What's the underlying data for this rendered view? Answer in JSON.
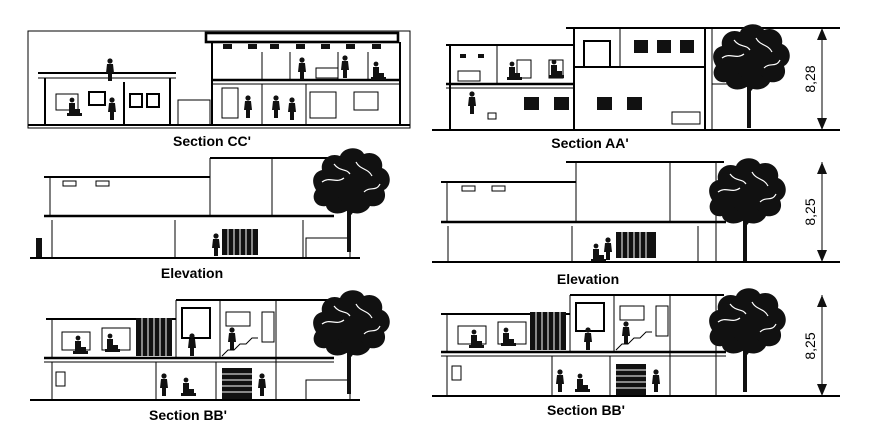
{
  "drawings": [
    {
      "label": "Section CC'"
    },
    {
      "label": "Section AA'",
      "dimension": "8,28"
    },
    {
      "label": "Elevation"
    },
    {
      "label": "Elevation",
      "dimension": "8,25"
    },
    {
      "label": "Section BB'"
    },
    {
      "label": "Section BB'",
      "dimension": "8,25"
    }
  ],
  "colors": {
    "line": "#000000",
    "background": "#ffffff",
    "stair_accent": "#2a3fb0"
  },
  "icons": [
    "tree-icon",
    "person-figure-icon",
    "dimension-arrow-icon"
  ]
}
